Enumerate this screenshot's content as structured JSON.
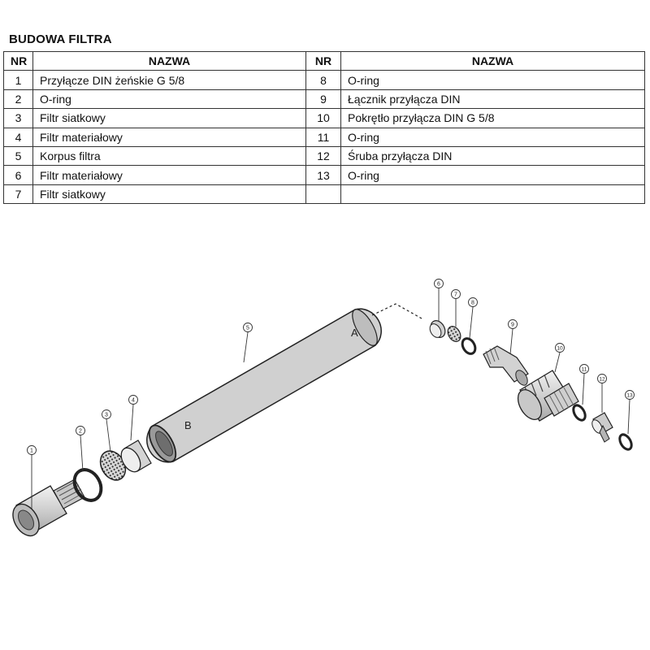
{
  "title": "BUDOWA FILTRA",
  "table": {
    "headers": [
      "NR",
      "NAZWA",
      "NR",
      "NAZWA"
    ],
    "rows": [
      {
        "nr1": "1",
        "name1": "Przyłącze DIN żeńskie G 5/8",
        "nr2": "8",
        "name2": "O-ring"
      },
      {
        "nr1": "2",
        "name1": "O-ring",
        "nr2": "9",
        "name2": "Łącznik przyłącza DIN"
      },
      {
        "nr1": "3",
        "name1": "Filtr siatkowy",
        "nr2": "10",
        "name2": "Pokrętło przyłącza DIN G 5/8"
      },
      {
        "nr1": "4",
        "name1": "Filtr materiałowy",
        "nr2": "11",
        "name2": "O-ring"
      },
      {
        "nr1": "5",
        "name1": "Korpus filtra",
        "nr2": "12",
        "name2": "Śruba przyłącza DIN"
      },
      {
        "nr1": "6",
        "name1": "Filtr materiałowy",
        "nr2": "13",
        "name2": "O-ring"
      },
      {
        "nr1": "7",
        "name1": "Filtr siatkowy",
        "nr2": "",
        "name2": ""
      }
    ]
  },
  "diagram": {
    "end_labels": {
      "a": "A",
      "b": "B"
    },
    "callouts": [
      "1",
      "2",
      "3",
      "4",
      "5",
      "6",
      "7",
      "8",
      "9",
      "10",
      "11",
      "12",
      "13"
    ]
  }
}
